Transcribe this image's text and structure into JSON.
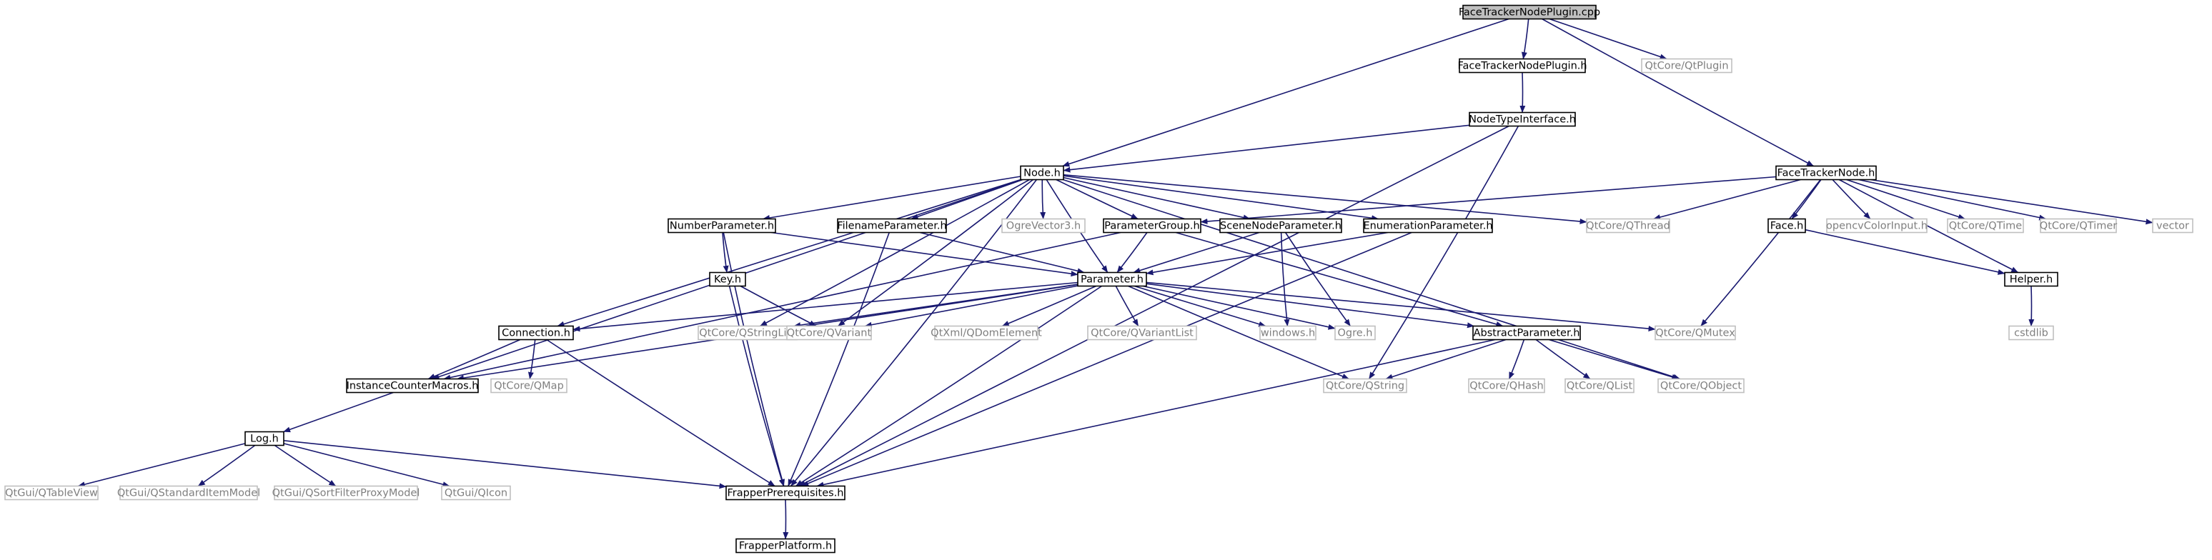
{
  "colors": {
    "edge": "#191970",
    "root_fill": "#bfbfbf",
    "project_border": "#000000",
    "external_border": "#bfbfbf",
    "external_text": "#7f7f7f"
  },
  "nodes": [
    {
      "id": "root",
      "label": "FaceTrackerNodePlugin.cpp",
      "kind": "root"
    },
    {
      "id": "ftnp_h",
      "label": "FaceTrackerNodePlugin.h",
      "kind": "project"
    },
    {
      "id": "qtplugin",
      "label": "QtCore/QtPlugin",
      "kind": "external"
    },
    {
      "id": "nti_h",
      "label": "NodeTypeInterface.h",
      "kind": "project"
    },
    {
      "id": "node_h",
      "label": "Node.h",
      "kind": "project"
    },
    {
      "id": "ftn_h",
      "label": "FaceTrackerNode.h",
      "kind": "project"
    },
    {
      "id": "numparam_h",
      "label": "NumberParameter.h",
      "kind": "project"
    },
    {
      "id": "fileparam_h",
      "label": "FilenameParameter.h",
      "kind": "project"
    },
    {
      "id": "ogrevec3",
      "label": "OgreVector3.h",
      "kind": "external"
    },
    {
      "id": "paramgroup_h",
      "label": "ParameterGroup.h",
      "kind": "project"
    },
    {
      "id": "sceneparam_h",
      "label": "SceneNodeParameter.h",
      "kind": "project"
    },
    {
      "id": "enumparam_h",
      "label": "EnumerationParameter.h",
      "kind": "project"
    },
    {
      "id": "qthread",
      "label": "QtCore/QThread",
      "kind": "external"
    },
    {
      "id": "face_h",
      "label": "Face.h",
      "kind": "project"
    },
    {
      "id": "opencvci",
      "label": "opencvColorInput.h",
      "kind": "external"
    },
    {
      "id": "qtime",
      "label": "QtCore/QTime",
      "kind": "external"
    },
    {
      "id": "qtimer",
      "label": "QtCore/QTimer",
      "kind": "external"
    },
    {
      "id": "vector",
      "label": "vector",
      "kind": "external"
    },
    {
      "id": "key_h",
      "label": "Key.h",
      "kind": "project"
    },
    {
      "id": "param_h",
      "label": "Parameter.h",
      "kind": "project"
    },
    {
      "id": "helper_h",
      "label": "Helper.h",
      "kind": "project"
    },
    {
      "id": "connection_h",
      "label": "Connection.h",
      "kind": "project"
    },
    {
      "id": "qstringlist",
      "label": "QtCore/QStringList",
      "kind": "external"
    },
    {
      "id": "qvariant",
      "label": "QtCore/QVariant",
      "kind": "external"
    },
    {
      "id": "qdomelement",
      "label": "QtXml/QDomElement",
      "kind": "external"
    },
    {
      "id": "qvariantlist",
      "label": "QtCore/QVariantList",
      "kind": "external"
    },
    {
      "id": "windows_h",
      "label": "windows.h",
      "kind": "external"
    },
    {
      "id": "ogre_h",
      "label": "Ogre.h",
      "kind": "external"
    },
    {
      "id": "absparam_h",
      "label": "AbstractParameter.h",
      "kind": "project"
    },
    {
      "id": "qmutex",
      "label": "QtCore/QMutex",
      "kind": "external"
    },
    {
      "id": "cstdlib",
      "label": "cstdlib",
      "kind": "external"
    },
    {
      "id": "icm_h",
      "label": "InstanceCounterMacros.h",
      "kind": "project"
    },
    {
      "id": "qmap",
      "label": "QtCore/QMap",
      "kind": "external"
    },
    {
      "id": "qstring",
      "label": "QtCore/QString",
      "kind": "external"
    },
    {
      "id": "qhash",
      "label": "QtCore/QHash",
      "kind": "external"
    },
    {
      "id": "qlist",
      "label": "QtCore/QList",
      "kind": "external"
    },
    {
      "id": "qobject",
      "label": "QtCore/QObject",
      "kind": "external"
    },
    {
      "id": "log_h",
      "label": "Log.h",
      "kind": "project"
    },
    {
      "id": "qtableview",
      "label": "QtGui/QTableView",
      "kind": "external"
    },
    {
      "id": "qsim",
      "label": "QtGui/QStandardItemModel",
      "kind": "external"
    },
    {
      "id": "qsfpm",
      "label": "QtGui/QSortFilterProxyModel",
      "kind": "external"
    },
    {
      "id": "qicon",
      "label": "QtGui/QIcon",
      "kind": "external"
    },
    {
      "id": "frapprereq_h",
      "label": "FrapperPrerequisites.h",
      "kind": "project"
    },
    {
      "id": "frapplat_h",
      "label": "FrapperPlatform.h",
      "kind": "project"
    }
  ],
  "edges": [
    [
      "root",
      "ftnp_h"
    ],
    [
      "root",
      "qtplugin"
    ],
    [
      "root",
      "node_h"
    ],
    [
      "root",
      "ftn_h"
    ],
    [
      "ftnp_h",
      "nti_h"
    ],
    [
      "nti_h",
      "node_h"
    ],
    [
      "nti_h",
      "qstring"
    ],
    [
      "nti_h",
      "frapprereq_h"
    ],
    [
      "node_h",
      "numparam_h"
    ],
    [
      "node_h",
      "fileparam_h"
    ],
    [
      "node_h",
      "ogrevec3"
    ],
    [
      "node_h",
      "paramgroup_h"
    ],
    [
      "node_h",
      "sceneparam_h"
    ],
    [
      "node_h",
      "enumparam_h"
    ],
    [
      "node_h",
      "qthread"
    ],
    [
      "node_h",
      "param_h"
    ],
    [
      "node_h",
      "connection_h"
    ],
    [
      "node_h",
      "icm_h"
    ],
    [
      "node_h",
      "qstringlist"
    ],
    [
      "node_h",
      "qvariant"
    ],
    [
      "node_h",
      "qobject"
    ],
    [
      "node_h",
      "frapprereq_h"
    ],
    [
      "ftn_h",
      "paramgroup_h"
    ],
    [
      "ftn_h",
      "qthread"
    ],
    [
      "ftn_h",
      "face_h"
    ],
    [
      "ftn_h",
      "opencvci"
    ],
    [
      "ftn_h",
      "qtime"
    ],
    [
      "ftn_h",
      "qtimer"
    ],
    [
      "ftn_h",
      "vector"
    ],
    [
      "ftn_h",
      "helper_h"
    ],
    [
      "ftn_h",
      "qmutex"
    ],
    [
      "numparam_h",
      "key_h"
    ],
    [
      "numparam_h",
      "param_h"
    ],
    [
      "numparam_h",
      "frapprereq_h"
    ],
    [
      "fileparam_h",
      "param_h"
    ],
    [
      "fileparam_h",
      "frapprereq_h"
    ],
    [
      "paramgroup_h",
      "param_h"
    ],
    [
      "paramgroup_h",
      "absparam_h"
    ],
    [
      "paramgroup_h",
      "icm_h"
    ],
    [
      "sceneparam_h",
      "param_h"
    ],
    [
      "sceneparam_h",
      "windows_h"
    ],
    [
      "sceneparam_h",
      "ogre_h"
    ],
    [
      "enumparam_h",
      "param_h"
    ],
    [
      "enumparam_h",
      "frapprereq_h"
    ],
    [
      "key_h",
      "qvariant"
    ],
    [
      "key_h",
      "frapprereq_h"
    ],
    [
      "face_h",
      "helper_h"
    ],
    [
      "helper_h",
      "cstdlib"
    ],
    [
      "param_h",
      "connection_h"
    ],
    [
      "param_h",
      "qstringlist"
    ],
    [
      "param_h",
      "qvariant"
    ],
    [
      "param_h",
      "qdomelement"
    ],
    [
      "param_h",
      "qvariantlist"
    ],
    [
      "param_h",
      "windows_h"
    ],
    [
      "param_h",
      "ogre_h"
    ],
    [
      "param_h",
      "absparam_h"
    ],
    [
      "param_h",
      "qmutex"
    ],
    [
      "param_h",
      "qstring"
    ],
    [
      "param_h",
      "icm_h"
    ],
    [
      "param_h",
      "frapprereq_h"
    ],
    [
      "connection_h",
      "icm_h"
    ],
    [
      "connection_h",
      "qmap"
    ],
    [
      "connection_h",
      "frapprereq_h"
    ],
    [
      "absparam_h",
      "qstring"
    ],
    [
      "absparam_h",
      "qhash"
    ],
    [
      "absparam_h",
      "qlist"
    ],
    [
      "absparam_h",
      "qobject"
    ],
    [
      "absparam_h",
      "frapprereq_h"
    ],
    [
      "icm_h",
      "log_h"
    ],
    [
      "log_h",
      "qtableview"
    ],
    [
      "log_h",
      "qsim"
    ],
    [
      "log_h",
      "qsfpm"
    ],
    [
      "log_h",
      "qicon"
    ],
    [
      "log_h",
      "frapprereq_h"
    ],
    [
      "frapprereq_h",
      "frapplat_h"
    ]
  ]
}
